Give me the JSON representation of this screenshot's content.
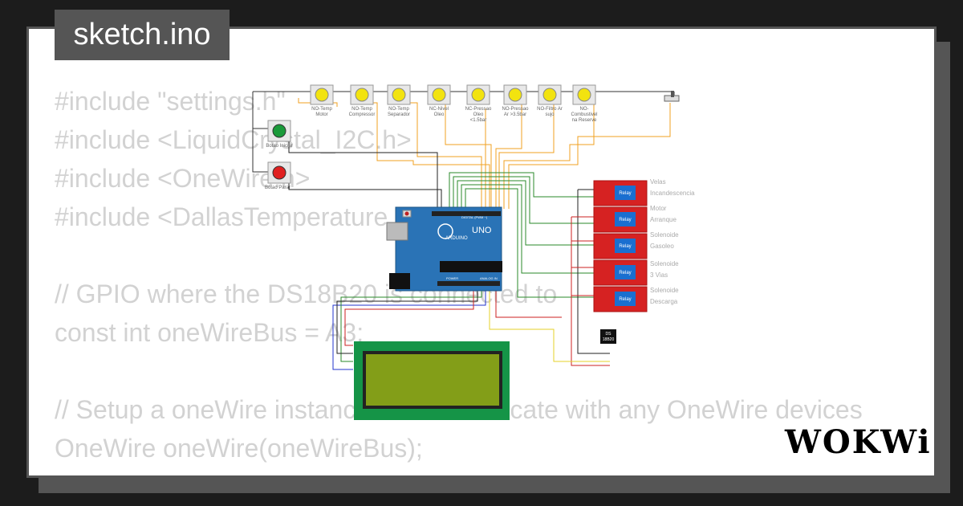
{
  "title": "sketch.ino",
  "code_lines": [
    "#include \"settings.h\"",
    "#include <LiquidCrystal_I2C.h>",
    "#include <OneWire.h>",
    "#include <DallasTemperature.h>",
    "",
    "// GPIO where the DS18B20 is connected to",
    "const int oneWireBus = A3;",
    "",
    "// Setup a oneWire instance to communicate with any OneWire devices",
    "OneWire oneWire(oneWireBus);"
  ],
  "buttons": [
    {
      "label1": "NO-Temp",
      "label2": "Motor"
    },
    {
      "label1": "NO-Temp",
      "label2": "Compressor"
    },
    {
      "label1": "NO-Temp",
      "label2": "Separador"
    },
    {
      "label1": "NC-Nivel",
      "label2": "Oleo"
    },
    {
      "label1": "NC-Pressao",
      "label2": "Oleo",
      "label3": "<1.5bar"
    },
    {
      "label1": "NO-Pressao",
      "label2": "Ar >3.5bar"
    },
    {
      "label1": "NO-Filtro Ar",
      "label2": "sujo"
    },
    {
      "label1": "NO-",
      "label2": "Combustivel",
      "label3": "na Reserve"
    }
  ],
  "start_button": {
    "label": "Botao Iniciar"
  },
  "stop_button": {
    "label": "Botao Parar"
  },
  "relays": [
    {
      "chip": "Relay",
      "label1": "Velas",
      "label2": "Incandescencia"
    },
    {
      "chip": "Relay",
      "label1": "Motor",
      "label2": "Arranque"
    },
    {
      "chip": "Relay",
      "label1": "Solenoide",
      "label2": "Gasoleo"
    },
    {
      "chip": "Relay",
      "label1": "Solenoide",
      "label2": "3 Vias"
    },
    {
      "chip": "Relay",
      "label1": "Solenoide",
      "label2": "Descarga"
    }
  ],
  "arduino": {
    "brand": "ARDUINO",
    "model": "UNO",
    "digital_label": "DIGITAL (PWM ~)",
    "analog_label": "ANALOG IN",
    "power_label": "POWER"
  },
  "sensor": {
    "label1": "DS",
    "label2": "18B20"
  },
  "logo": "WOKWi",
  "colors": {
    "background": "#1c1c1c",
    "panel": "#555555",
    "code_text": "#d2d2d2",
    "relay": "#d62222",
    "arduino": "#2a73b6",
    "lcd_border": "#159447",
    "lcd_screen": "#839e18",
    "button_cap": "#f2e30f"
  }
}
